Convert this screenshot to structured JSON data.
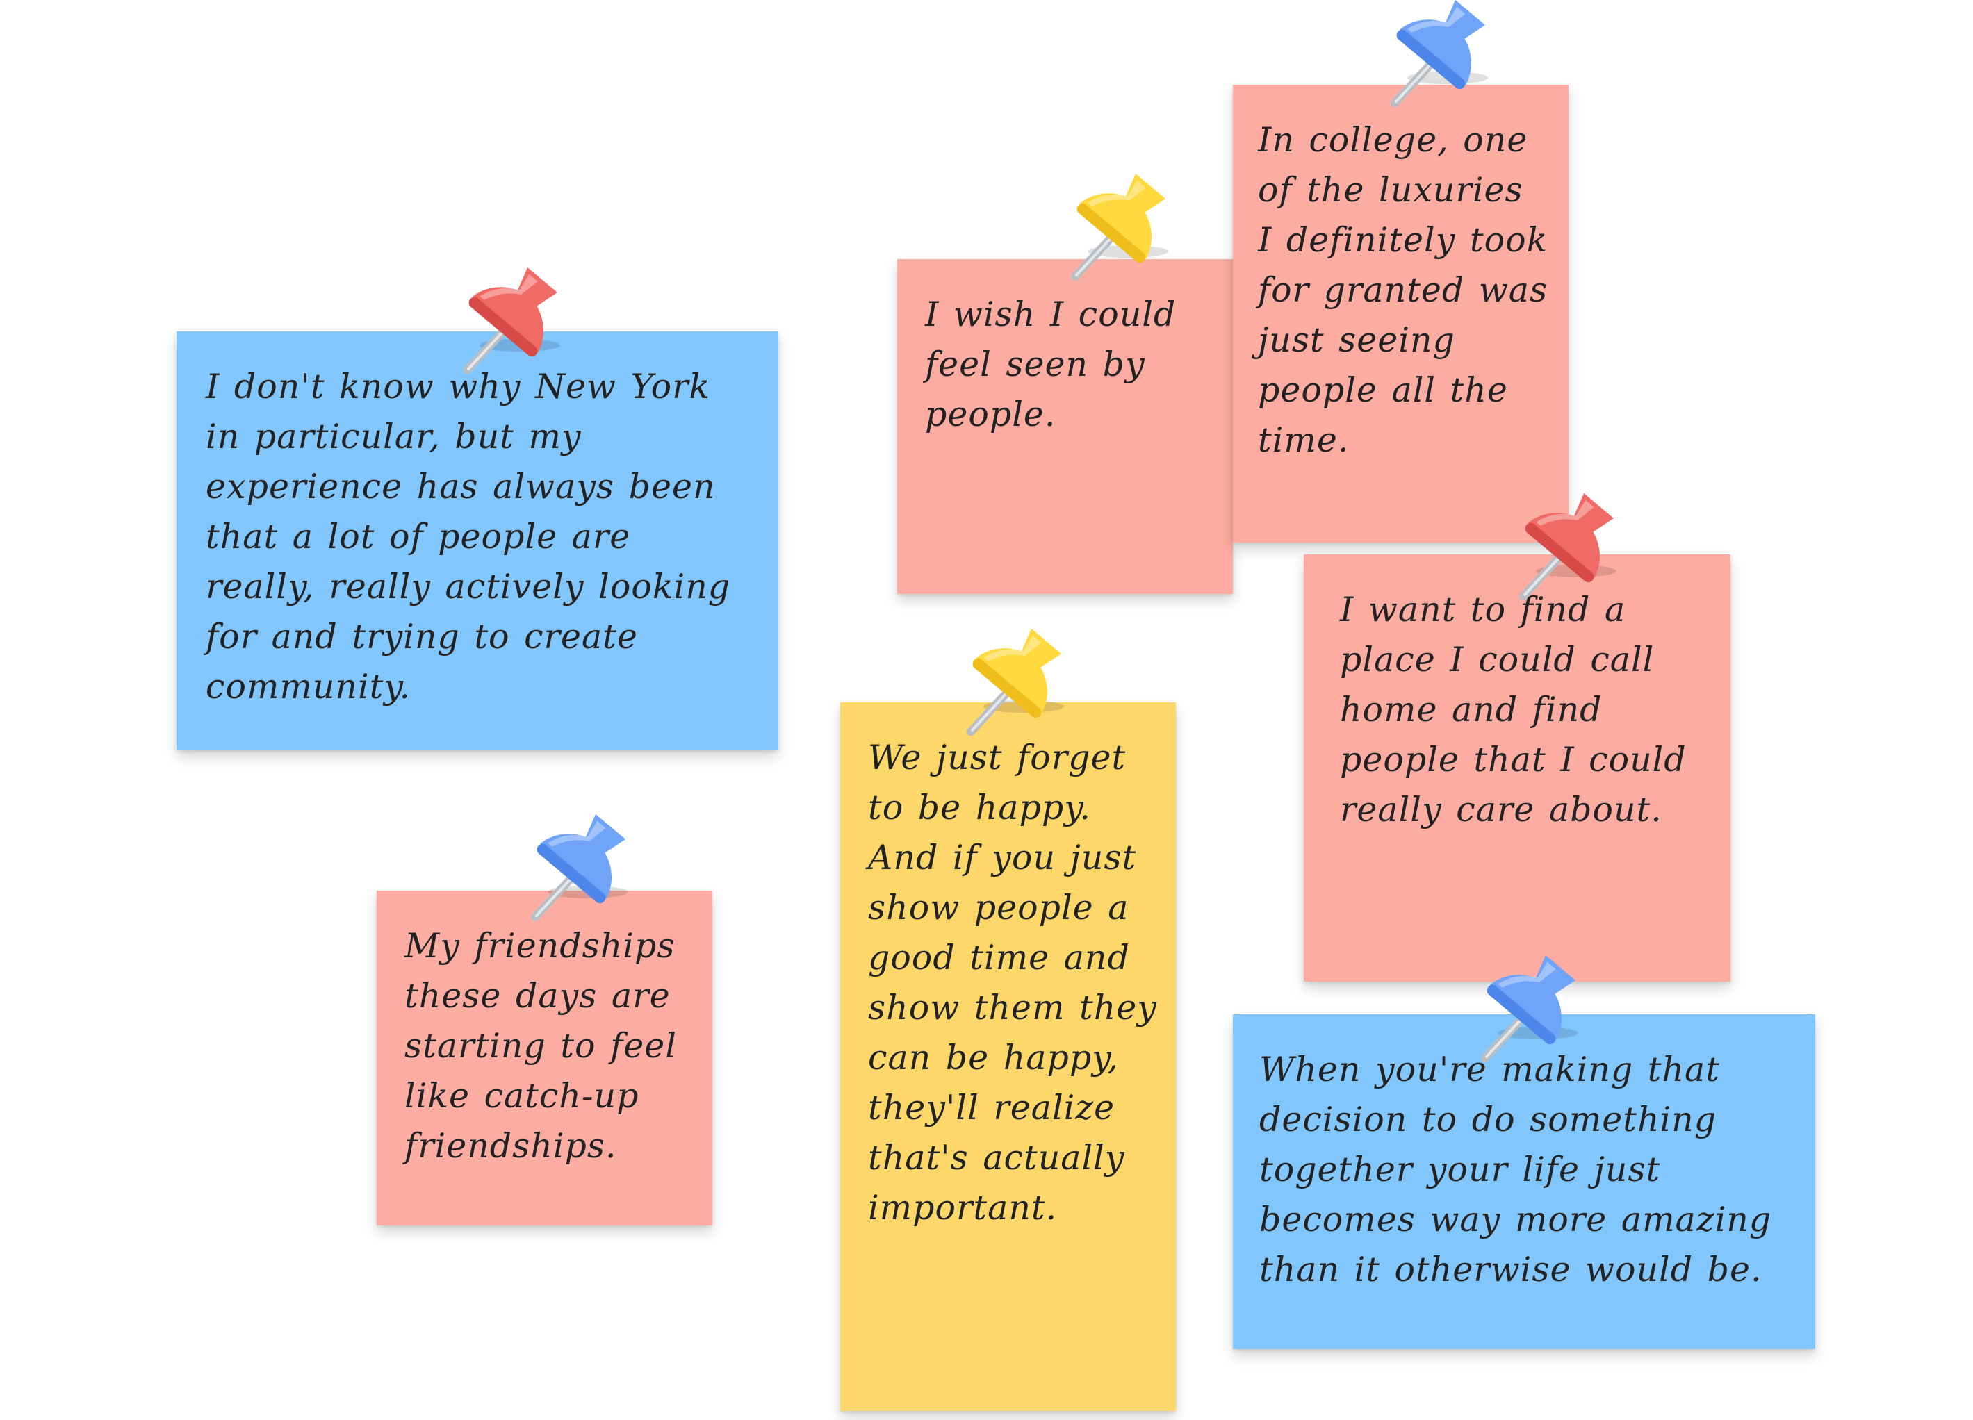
{
  "colors": {
    "blue_note": "#82C6FE",
    "salmon_note": "#FDACA2",
    "yellow_note": "#FED76A",
    "pin_red": "#F06B66",
    "pin_red_dark": "#D84A48",
    "pin_yellow": "#FFD93D",
    "pin_yellow_dark": "#F0BE1A",
    "pin_blue": "#6FA4F8",
    "pin_blue_dark": "#4E86EC",
    "needle": "#B9BEC4",
    "ink": "#222222"
  },
  "notes": [
    {
      "id": "new-york",
      "color": "blue",
      "pin": "red",
      "text": "I don't know why New York in particular, but my experience has always been that a lot of people are really, really actively looking for and trying to create community."
    },
    {
      "id": "feel-seen",
      "color": "salmon",
      "pin": "yellow",
      "text": "I wish I could feel seen by people."
    },
    {
      "id": "college",
      "color": "salmon",
      "pin": "blue",
      "text": "In college, one of the luxuries I definitely took for granted was just seeing people all the time."
    },
    {
      "id": "place-home",
      "color": "salmon",
      "pin": "red",
      "text": "I want to find a place I could call home and find people that I could really care about."
    },
    {
      "id": "friendships",
      "color": "salmon",
      "pin": "blue",
      "text": "My friendships these days are starting to feel like catch-up friendships."
    },
    {
      "id": "forget-happy",
      "color": "yellow",
      "pin": "yellow",
      "text": "We just forget to be happy. And if you just show people a good time and show them they can be happy, they'll realize that's actually important."
    },
    {
      "id": "decision-together",
      "color": "blue",
      "pin": "blue",
      "text": "When you're making that decision to do something together your life just becomes way more amazing than it otherwise would be."
    }
  ]
}
